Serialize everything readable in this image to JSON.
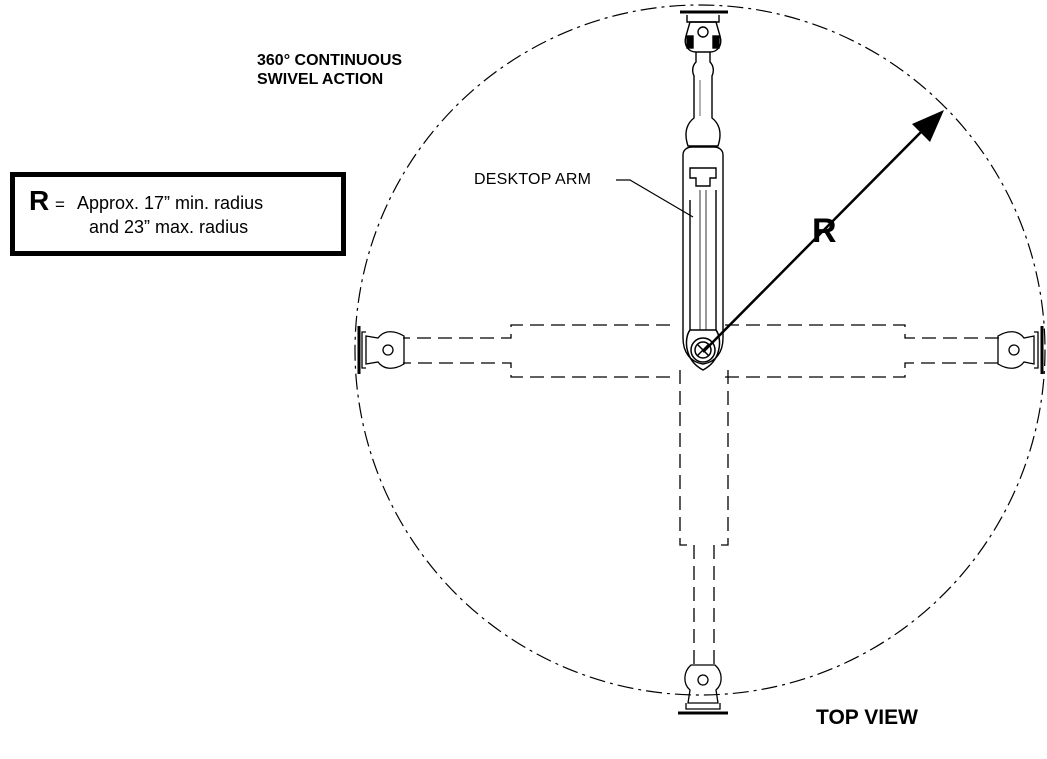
{
  "labels": {
    "swivel_line1": "360° CONTINUOUS",
    "swivel_line2": "SWIVEL ACTION",
    "view_title": "TOP VIEW",
    "arm_label": "DESKTOP ARM",
    "radius_symbol": "R"
  },
  "legend": {
    "symbol": "R",
    "equals": "=",
    "line1": "Approx. 17” min. radius",
    "line2": "and 23” max. radius"
  },
  "colors": {
    "line": "#000000",
    "background": "#ffffff"
  }
}
